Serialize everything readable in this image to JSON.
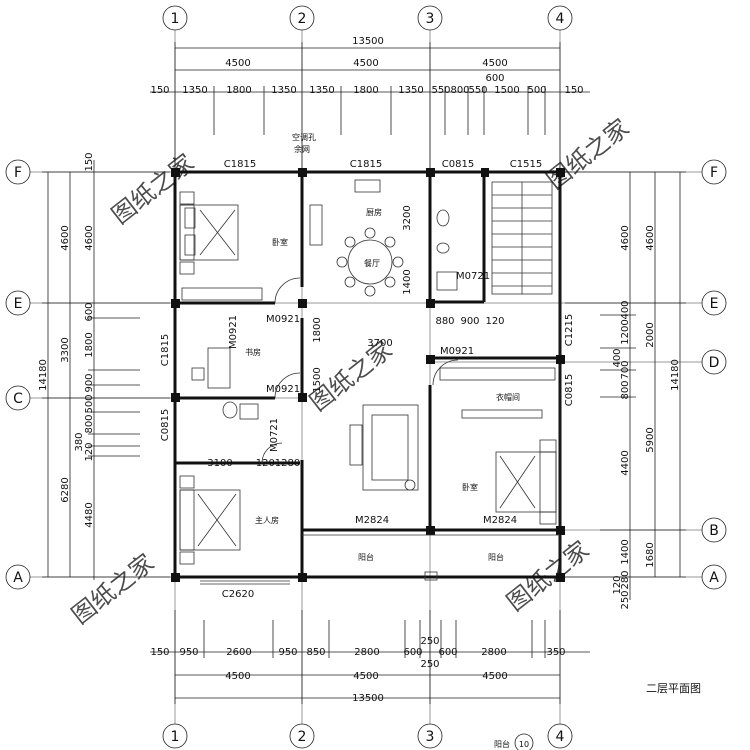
{
  "axes_top": [
    "1",
    "2",
    "3",
    "4"
  ],
  "axes_side": [
    "F",
    "E",
    "D",
    "C",
    "B",
    "A"
  ],
  "dims": {
    "top_total": "13500",
    "top_bays": [
      "4500",
      "4500",
      "4500"
    ],
    "top_600": "600",
    "top_details": [
      "150",
      "1350",
      "1800",
      "1350",
      "1350",
      "1800",
      "1350",
      "550",
      "800",
      "550",
      "1500",
      "500",
      "150"
    ],
    "bottom_total": "13500",
    "bottom_bays": [
      "4500",
      "4500",
      "4500"
    ],
    "bottom_details": [
      "150",
      "950",
      "2600",
      "950",
      "850",
      "2800",
      "600",
      "600",
      "2800",
      "350"
    ],
    "bottom_250_a": "250",
    "bottom_250_b": "250",
    "left_total": "14180",
    "left_bays": [
      "4600",
      "3300",
      "6280"
    ],
    "left_details": [
      "150",
      "4600",
      "600",
      "1800",
      "900",
      "500",
      "800",
      "120",
      "380",
      "4480"
    ],
    "right_total": "14180",
    "right_bays": [
      "4600",
      "2000",
      "5900",
      "1680"
    ],
    "right_details": [
      "4600",
      "400",
      "1200",
      "400",
      "700",
      "800",
      "4400",
      "1400",
      "280",
      "120",
      "250"
    ],
    "inner": [
      "3200",
      "1400",
      "880",
      "900",
      "120",
      "1800",
      "1500",
      "3100",
      "1201280",
      "3700"
    ]
  },
  "labels": {
    "kt_hole": "空调孔",
    "rain_pipe": "余网",
    "bedroom": "卧室",
    "kitchen": "厨房",
    "dining": "餐厅",
    "study": "书房",
    "closet": "衣帽间",
    "master": "主人房",
    "balcony": "阳台",
    "doors": [
      "M0921",
      "M0921",
      "M0921",
      "M0921",
      "M0721",
      "M0721",
      "M2824",
      "M2824"
    ],
    "windows": [
      "C1815",
      "C1815",
      "C0815",
      "C1515",
      "C1815",
      "C0815",
      "C1215",
      "C0815",
      "C2620"
    ]
  },
  "watermark": "图纸之家",
  "title": "二层平面图",
  "footer": "阳台",
  "footer_num": "10"
}
